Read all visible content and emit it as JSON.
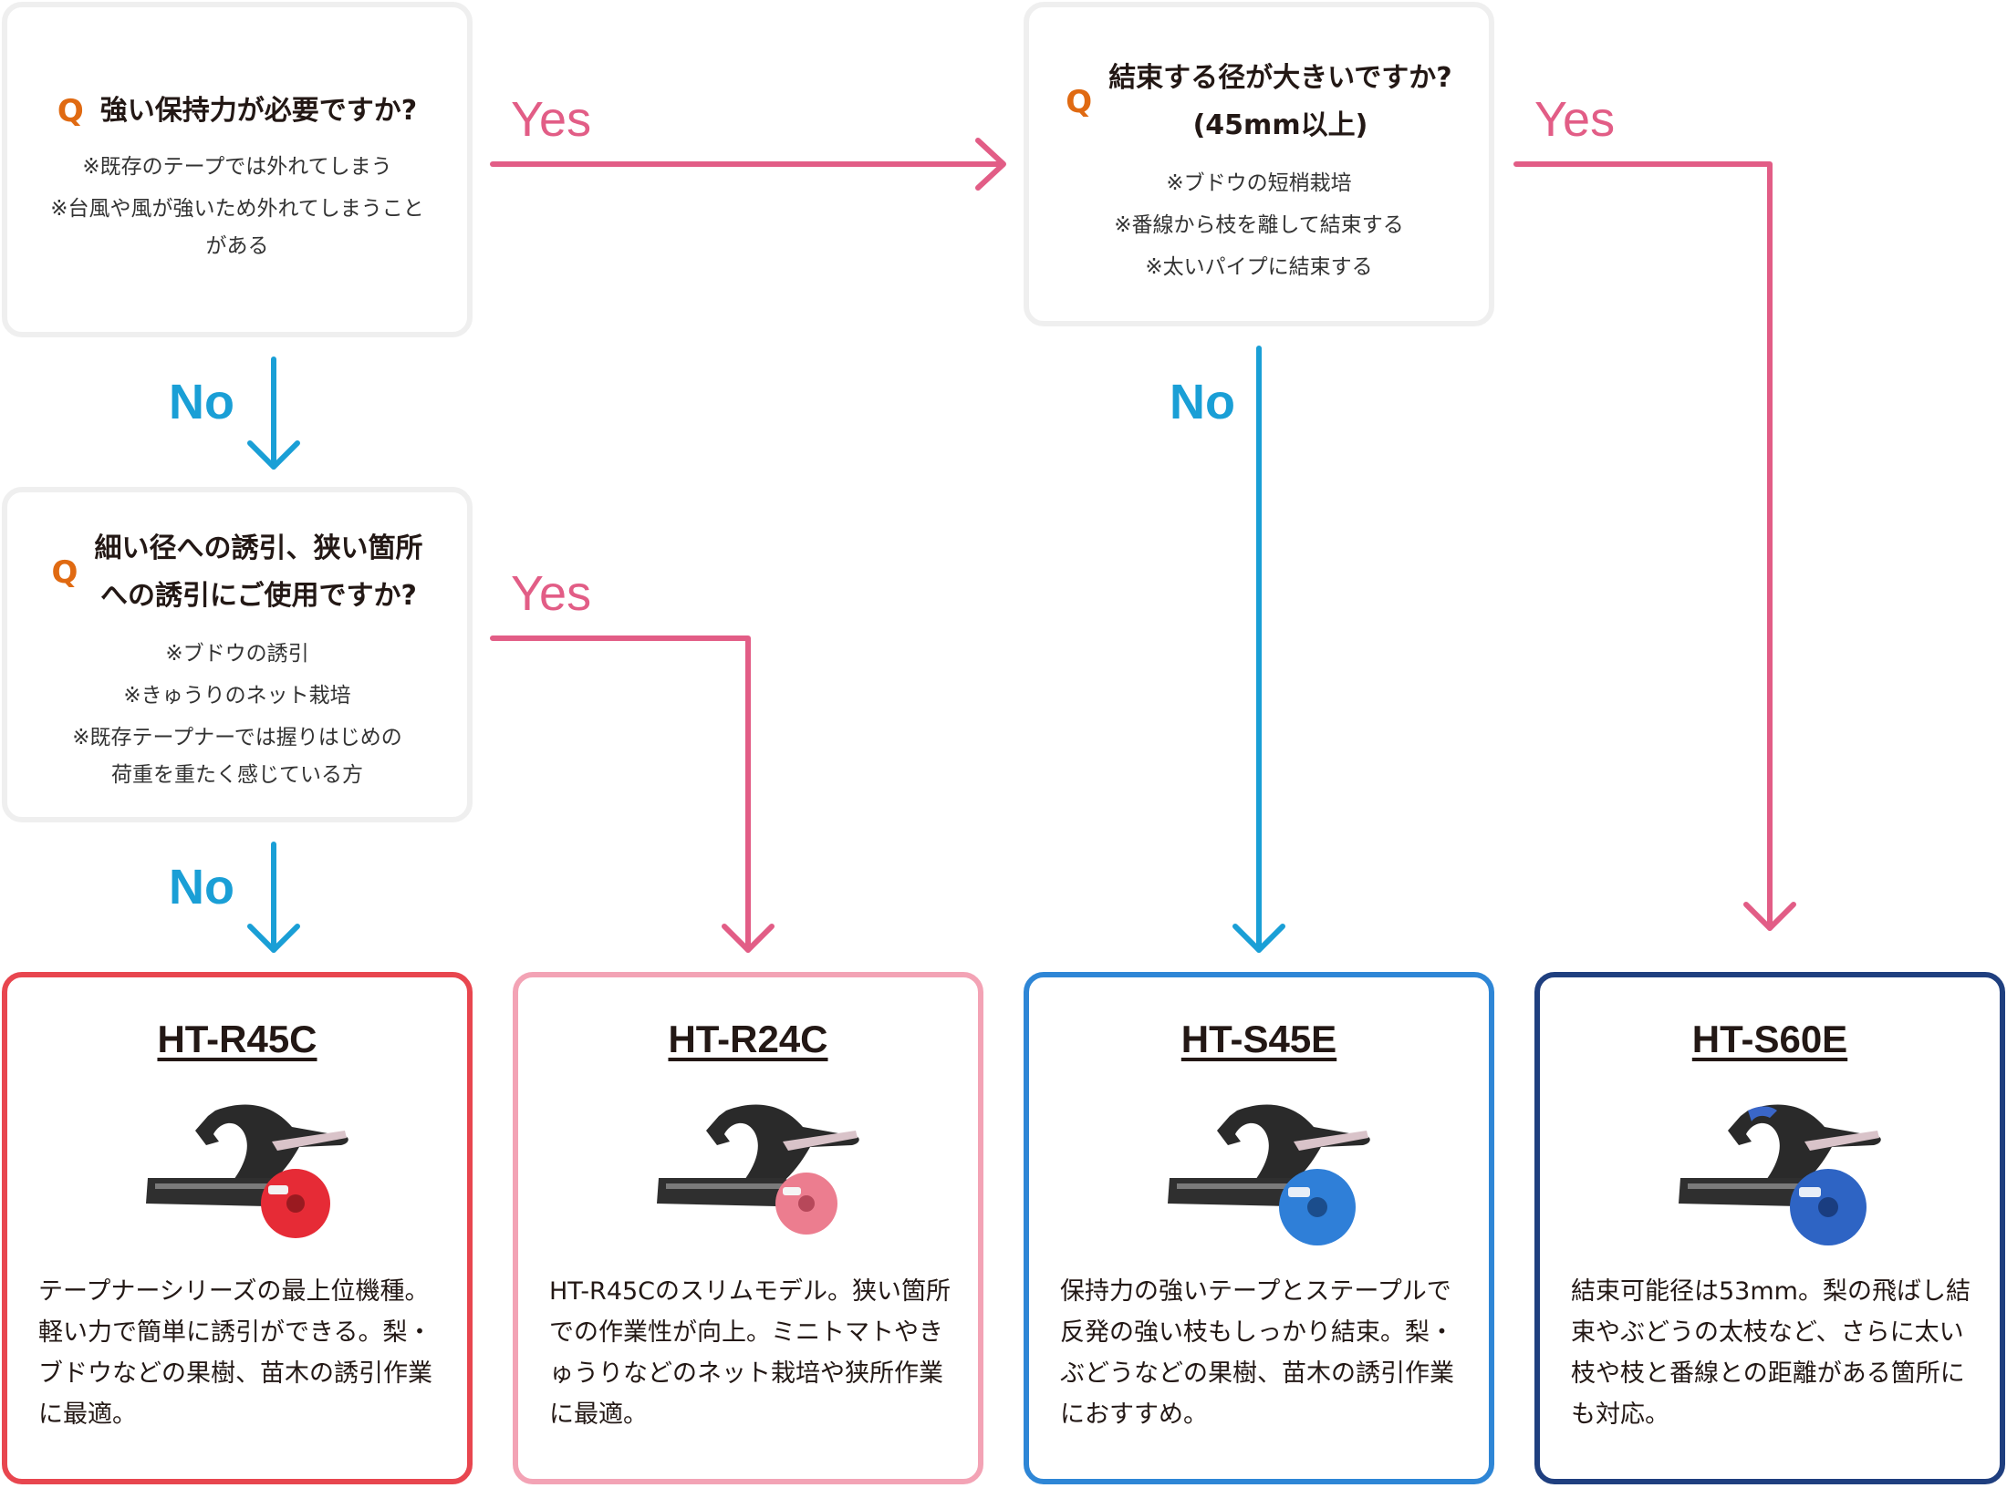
{
  "questions": {
    "q1": {
      "mark": "Q",
      "title_lines": [
        "強い保持力が必要ですか?"
      ],
      "notes": [
        "※既存のテープでは外れてしまう",
        "※台風や風が強いため外れてしまうこと",
        "がある"
      ]
    },
    "q2": {
      "mark": "Q",
      "title_lines": [
        "細い径への誘引、狭い箇所",
        "への誘引にご使用ですか?"
      ],
      "notes": [
        "※ブドウの誘引",
        "※きゅうりのネット栽培",
        "※既存テープナーでは握りはじめの",
        "荷重を重たく感じている方"
      ]
    },
    "q3": {
      "mark": "Q",
      "title_lines": [
        "結束する径が大きいですか?",
        "(45mm以上)"
      ],
      "notes": [
        "※ブドウの短梢栽培",
        "※番線から枝を離して結束する",
        "※太いパイプに結束する"
      ]
    }
  },
  "labels": {
    "yes": "Yes",
    "no": "No"
  },
  "colors": {
    "yes_arrow": "#e25d86",
    "no_arrow": "#1a9fd6",
    "question_mark": "#e06a12",
    "question_border": "#efefef"
  },
  "products": [
    {
      "name": "HT-R45C",
      "border_color": "#e8464f",
      "reel_color": "#e62b36",
      "description": "テープナーシリーズの最上位機種。軽い力で簡単に誘引ができる。梨・ブドウなどの果樹、苗木の誘引作業に最適。"
    },
    {
      "name": "HT-R24C",
      "border_color": "#f3a3b5",
      "reel_color": "#ec7d8f",
      "description": "HT-R45Cのスリムモデル。狭い箇所での作業性が向上。ミニトマトやきゅうりなどのネット栽培や狭所作業に最適。"
    },
    {
      "name": "HT-S45E",
      "border_color": "#2e86d6",
      "reel_color": "#2f7fd8",
      "description": "保持力の強いテープとステープルで反発の強い枝もしっかり結束。梨・ぶどうなどの果樹、苗木の誘引作業におすすめ。"
    },
    {
      "name": "HT-S60E",
      "border_color": "#1f3f7f",
      "reel_color": "#2e64c4",
      "description": "結束可能径は53mm。梨の飛ばし結束やぶどうの太枝など、さらに太い枝や枝と番線との距離がある箇所にも対応。"
    }
  ]
}
